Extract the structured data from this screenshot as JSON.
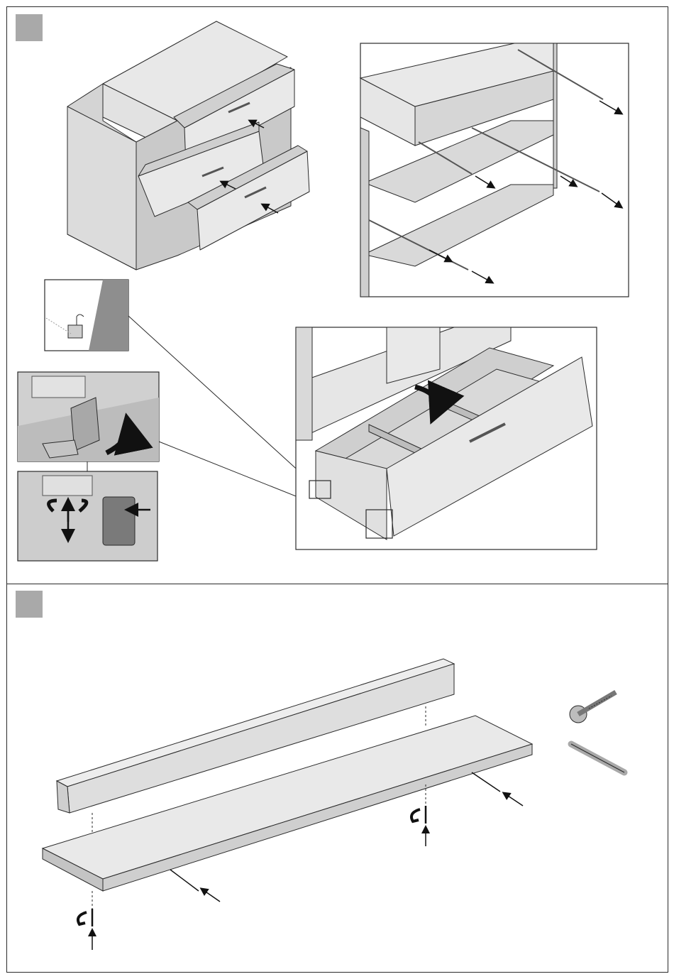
{
  "page": {
    "colors": {
      "line": "#2a2a2a",
      "panel_face": "#e6e6e6",
      "panel_side": "#c8c8c8",
      "panel_dark": "#9a9a9a",
      "step_marker": "#a9a9a9",
      "arrow": "#111111"
    }
  },
  "steps": [
    {
      "icons": [
        "step-marker",
        "cabinet-with-drawers",
        "runner-detail-zoom",
        "clip-release-detail",
        "clip-adjust-detail",
        "drawer-tilt-detail"
      ]
    },
    {
      "icons": [
        "step-marker",
        "back-board",
        "bottom-board",
        "screw-icon",
        "dowel-icon",
        "rotate-arrow-icon"
      ]
    }
  ]
}
